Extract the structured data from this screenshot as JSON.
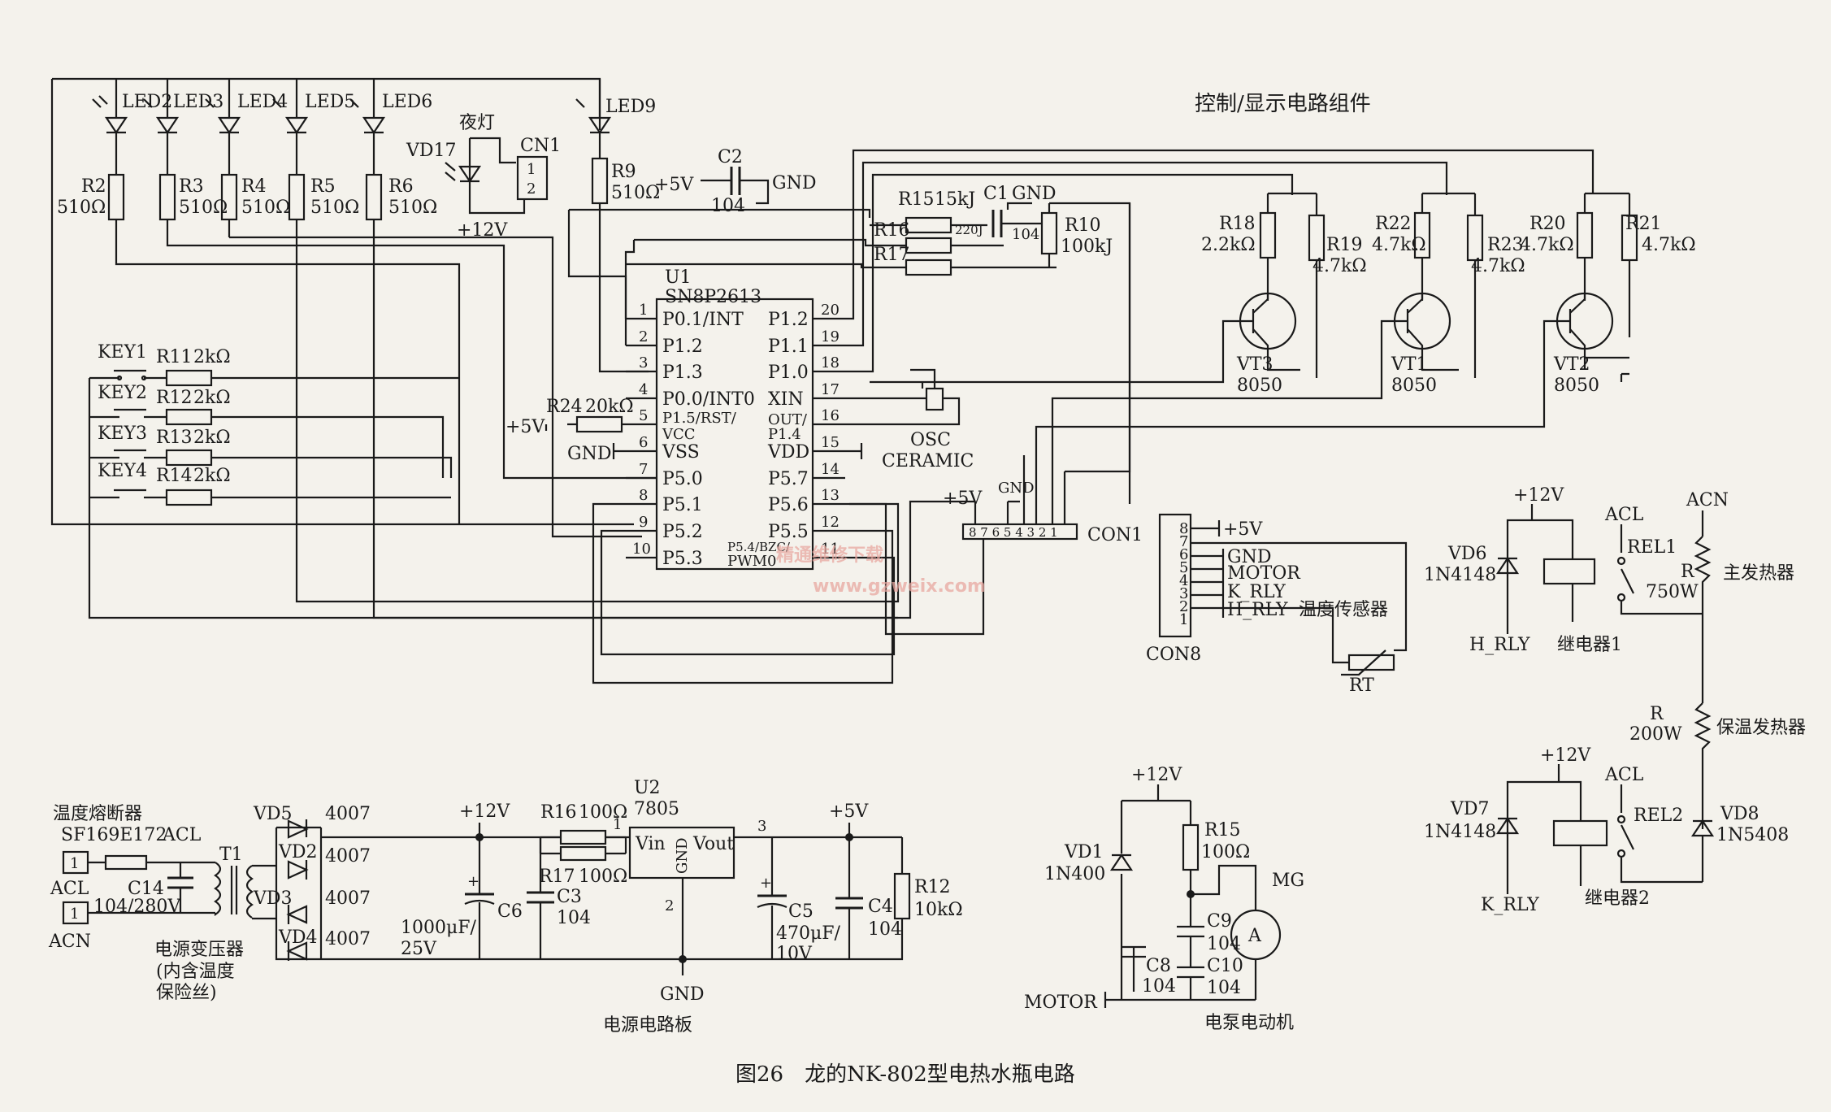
{
  "figure": {
    "caption": "图26　龙的NK-802型电热水瓶电路"
  },
  "sections": {
    "control": "控制/显示电路组件",
    "power": "电源电路板",
    "pump": "电泵电动机",
    "main_heater": "主发热器",
    "keep_warm_heater": "保温发热器",
    "temp_sensor": "温度传感器",
    "relay1": "继电器1",
    "relay2": "继电器2",
    "transformer": "电源变压器",
    "transformer_note1": "(内含温度",
    "transformer_note2": "保险丝)",
    "fuse": "温度熔断器",
    "fuse_model": "SF169E172",
    "night_light": "夜灯"
  },
  "mcu": {
    "ref": "U1",
    "part": "SN8P2613",
    "left_pins": [
      {
        "n": "1",
        "name": "P0.1/INT"
      },
      {
        "n": "2",
        "name": "P1.2"
      },
      {
        "n": "3",
        "name": "P1.3"
      },
      {
        "n": "4",
        "name": "P0.0/INT0"
      },
      {
        "n": "5",
        "name": "P1.5/RST/"
      },
      {
        "n": "6",
        "name": "VSS"
      },
      {
        "n": "7",
        "name": "P5.0"
      },
      {
        "n": "8",
        "name": "P5.1"
      },
      {
        "n": "9",
        "name": "P5.2"
      },
      {
        "n": "10",
        "name": "P5.3"
      }
    ],
    "pin5_extra": "VCC",
    "right_pins": [
      {
        "n": "20",
        "name": "P1.2"
      },
      {
        "n": "19",
        "name": "P1.1"
      },
      {
        "n": "18",
        "name": "P1.0"
      },
      {
        "n": "17",
        "name": "XIN"
      },
      {
        "n": "16",
        "name": "OUT/"
      },
      {
        "n": "15",
        "name": "VDD"
      },
      {
        "n": "14",
        "name": "P5.7"
      },
      {
        "n": "13",
        "name": "P5.6"
      },
      {
        "n": "12",
        "name": "P5.5"
      },
      {
        "n": "11",
        "name": "P5.4/BZC/"
      }
    ],
    "pin16_extra": "P1.4",
    "pin11_extra": "PWM0"
  },
  "leds": [
    {
      "ref": "LED2"
    },
    {
      "ref": "LED3"
    },
    {
      "ref": "LED4"
    },
    {
      "ref": "LED5"
    },
    {
      "ref": "LED6"
    },
    {
      "ref": "LED9"
    }
  ],
  "resistors": {
    "R2": {
      "ref": "R2",
      "val": "510Ω"
    },
    "R3": {
      "ref": "R3",
      "val": "510Ω"
    },
    "R4": {
      "ref": "R4",
      "val": "510Ω"
    },
    "R5": {
      "ref": "R5",
      "val": "510Ω"
    },
    "R6": {
      "ref": "R6",
      "val": "510Ω"
    },
    "R9": {
      "ref": "R9",
      "val": "510Ω"
    },
    "R11": {
      "ref": "R11",
      "val": "2kΩ"
    },
    "R12": {
      "ref": "R12",
      "val": "2kΩ"
    },
    "R13": {
      "ref": "R13",
      "val": "2kΩ"
    },
    "R14": {
      "ref": "R14",
      "val": "2kΩ"
    },
    "R24": {
      "ref": "R24",
      "val": "20kΩ"
    },
    "R15": {
      "ref": "R15",
      "val": "15kJ"
    },
    "R16": {
      "ref": "R16",
      "val": "220J"
    },
    "R17": {
      "ref": "R17",
      "val": ""
    },
    "R10": {
      "ref": "R10",
      "val": "100kJ"
    },
    "R18": {
      "ref": "R18",
      "val": "2.2kΩ"
    },
    "R19": {
      "ref": "R19",
      "val": "4.7kΩ"
    },
    "R22": {
      "ref": "R22",
      "val": "4.7kΩ"
    },
    "R23": {
      "ref": "R23",
      "val": "4.7kΩ"
    },
    "R20": {
      "ref": "R20",
      "val": "4.7kΩ"
    },
    "R21": {
      "ref": "R21",
      "val": "4.7kΩ"
    },
    "R12b": {
      "ref": "R12",
      "val": "10kΩ"
    },
    "R16b": {
      "ref": "R16",
      "val": "100Ω"
    },
    "R17b": {
      "ref": "R17",
      "val": "100Ω"
    },
    "R15b": {
      "ref": "R15",
      "val": "100Ω"
    }
  },
  "keys": [
    "KEY1",
    "KEY2",
    "KEY3",
    "KEY4"
  ],
  "transistors": [
    {
      "ref": "VT3",
      "part": "8050"
    },
    {
      "ref": "VT1",
      "part": "8050"
    },
    {
      "ref": "VT2",
      "part": "8050"
    }
  ],
  "caps": {
    "C1": {
      "ref": "C1",
      "val": "104"
    },
    "C2": {
      "ref": "C2",
      "val": "104"
    },
    "C14": {
      "ref": "C14",
      "val": "104/280V"
    },
    "C6": {
      "ref": "C6",
      "val": "1000μF/",
      "val2": "25V"
    },
    "C3": {
      "ref": "C3",
      "val": "104"
    },
    "C5": {
      "ref": "C5",
      "val": "470μF/",
      "val2": "10V"
    },
    "C4": {
      "ref": "C4",
      "val": "104"
    },
    "C8": {
      "ref": "C8",
      "val": "104"
    },
    "C9": {
      "ref": "C9",
      "val": "104"
    },
    "C10": {
      "ref": "C10",
      "val": "104"
    }
  },
  "diodes": {
    "VD17": "VD17",
    "VD5": "VD5",
    "VD2": "VD2",
    "VD3": "VD3",
    "VD4": "VD4",
    "bridge": "4007",
    "VD1": "VD1",
    "VD1p": "1N400",
    "VD6": "VD6",
    "VD6p": "1N4148",
    "VD7": "VD7",
    "VD7p": "1N4148",
    "VD8": "VD8",
    "VD8p": "1N5408"
  },
  "labels": {
    "cn1": "CN1",
    "cn1_1": "1",
    "cn1_2": "2",
    "con1": "CON1",
    "con8": "CON8",
    "osc1": "OSC",
    "osc2": "CERAMIC",
    "p12v": "+12V",
    "p5v": "+5V",
    "gnd": "GND",
    "acl": "ACL",
    "acn": "ACN",
    "t1": "T1",
    "u2": "U2",
    "u2p": "7805",
    "vin": "Vin",
    "vout": "Vout",
    "u2gnd": "GND",
    "u2_1": "1",
    "u2_2": "2",
    "u2_3": "3",
    "motor": "MOTOR",
    "mg": "MG",
    "mA": "A",
    "rt": "RT",
    "rel1": "REL1",
    "rel2": "REL2",
    "hrly": "H_RLY",
    "krly": "K_RLY",
    "heater_r": "R",
    "heater1_val": "750W",
    "heater2_val": "200W",
    "con8_pins": [
      "8",
      "7",
      "6",
      "5",
      "4",
      "3",
      "2",
      "1"
    ],
    "con8_sig": [
      "+5V",
      "",
      "GND",
      "MOTOR",
      "K_RLY",
      "H_RLY"
    ],
    "con1_pins": "8 7 6 5 4 3 2 1"
  },
  "watermark": {
    "cn": "精通维修下载",
    "url": "www.gzweix.com"
  }
}
